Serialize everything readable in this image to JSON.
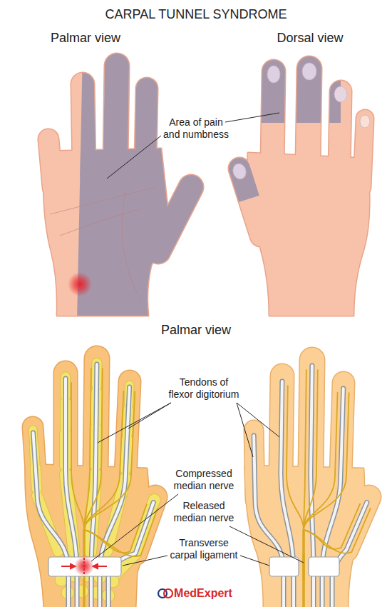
{
  "diagram": {
    "title": "CARPAL TUNNEL SYNDROME",
    "labels": [
      "Palmar view",
      "Dorsal view",
      "Area of pain and numbness",
      "Palmar view",
      "Tendons of flexor digitorium",
      "Compressed median nerve",
      "Released median nerve",
      "Transverse carpal ligament",
      "MedExpert"
    ]
  }
}
